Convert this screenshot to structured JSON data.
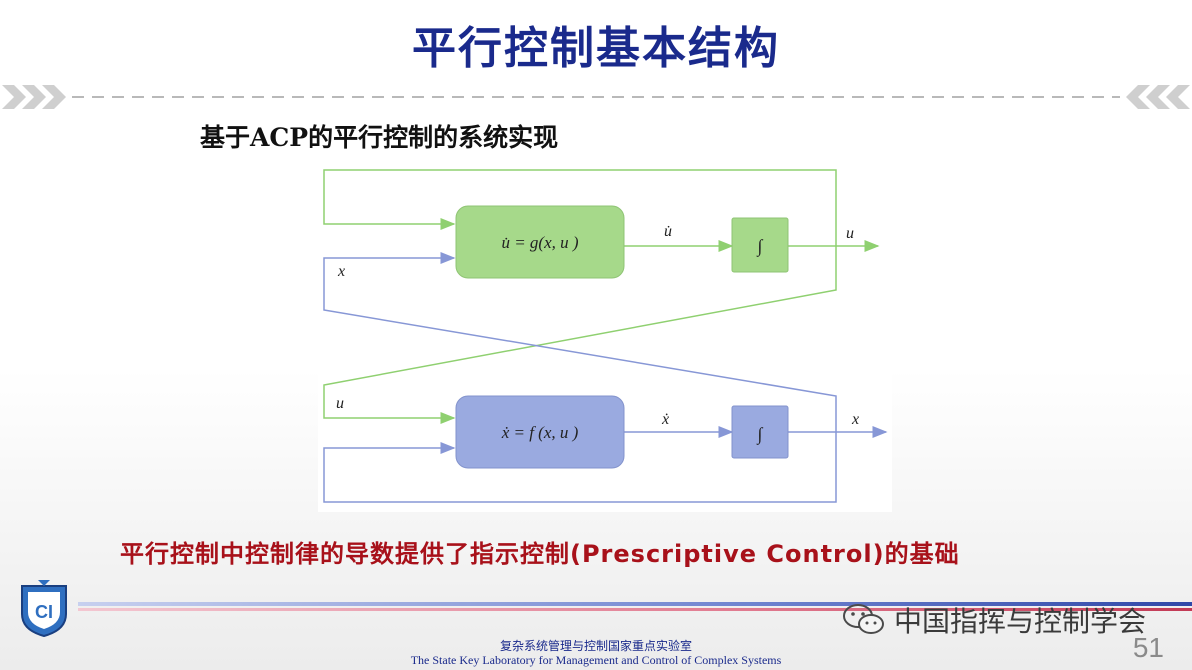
{
  "slide": {
    "title": "平行控制基本结构",
    "subtitle": "基于ACP的平行控制的系统实现",
    "caption": "平行控制中控制律的导数提供了指示控制(Prescriptive Control)的基础",
    "page_number": "51"
  },
  "diagram": {
    "upper_block": "u̇ = g(x, u )",
    "lower_block": "ẋ = f (x, u )",
    "integrator_symbol": "∫",
    "label_udot": "u̇",
    "label_xdot": "ẋ",
    "label_u_out": "u",
    "label_x_out": "x",
    "label_x_in": "x",
    "label_u_in": "u"
  },
  "footer": {
    "wechat_text": "中国指挥与控制学会",
    "lab_cn": "复杂系统管理与控制国家重点实验室",
    "lab_en": "The State Key Laboratory for Management and Control of Complex Systems"
  },
  "colors": {
    "title": "#1a2a8c",
    "caption": "#a8111a",
    "green_block": "#a6d98a",
    "blue_block": "#9aaae0",
    "green_line": "#8fd070",
    "blue_line": "#8797d6"
  },
  "icons": {
    "logo": "lab-shield-logo",
    "wechat": "wechat-icon",
    "chevrons": "chevron-right-icon"
  }
}
